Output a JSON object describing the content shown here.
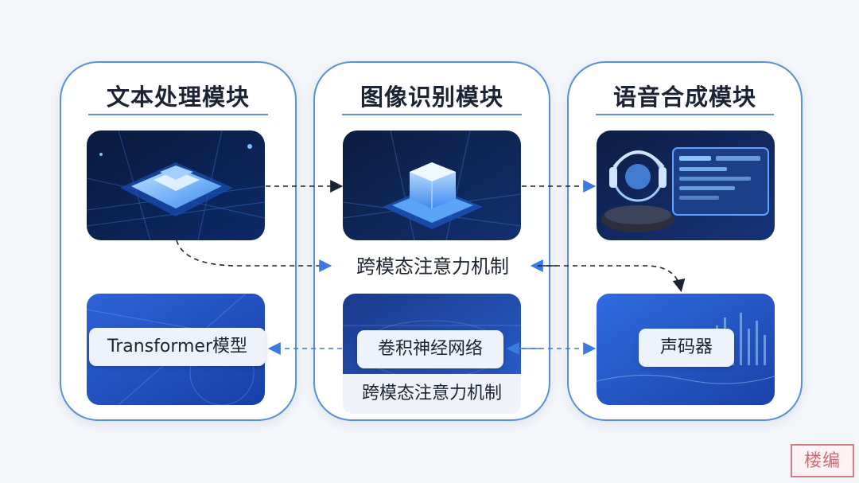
{
  "modules": {
    "text": {
      "title": "文本处理模块",
      "card_label": "Transformer模型"
    },
    "image": {
      "title": "图像识别模块",
      "card_label": "卷积神经网络",
      "strip_label": "跨模态注意力机制"
    },
    "audio": {
      "title": "语音合成模块",
      "card_label": "声码器"
    }
  },
  "center_label": "跨模态注意力机制",
  "watermark": "楼编",
  "colors": {
    "accent": "#5b8fd9",
    "dark_blue": "#1f3f9a",
    "arrow": "#1c2333"
  }
}
